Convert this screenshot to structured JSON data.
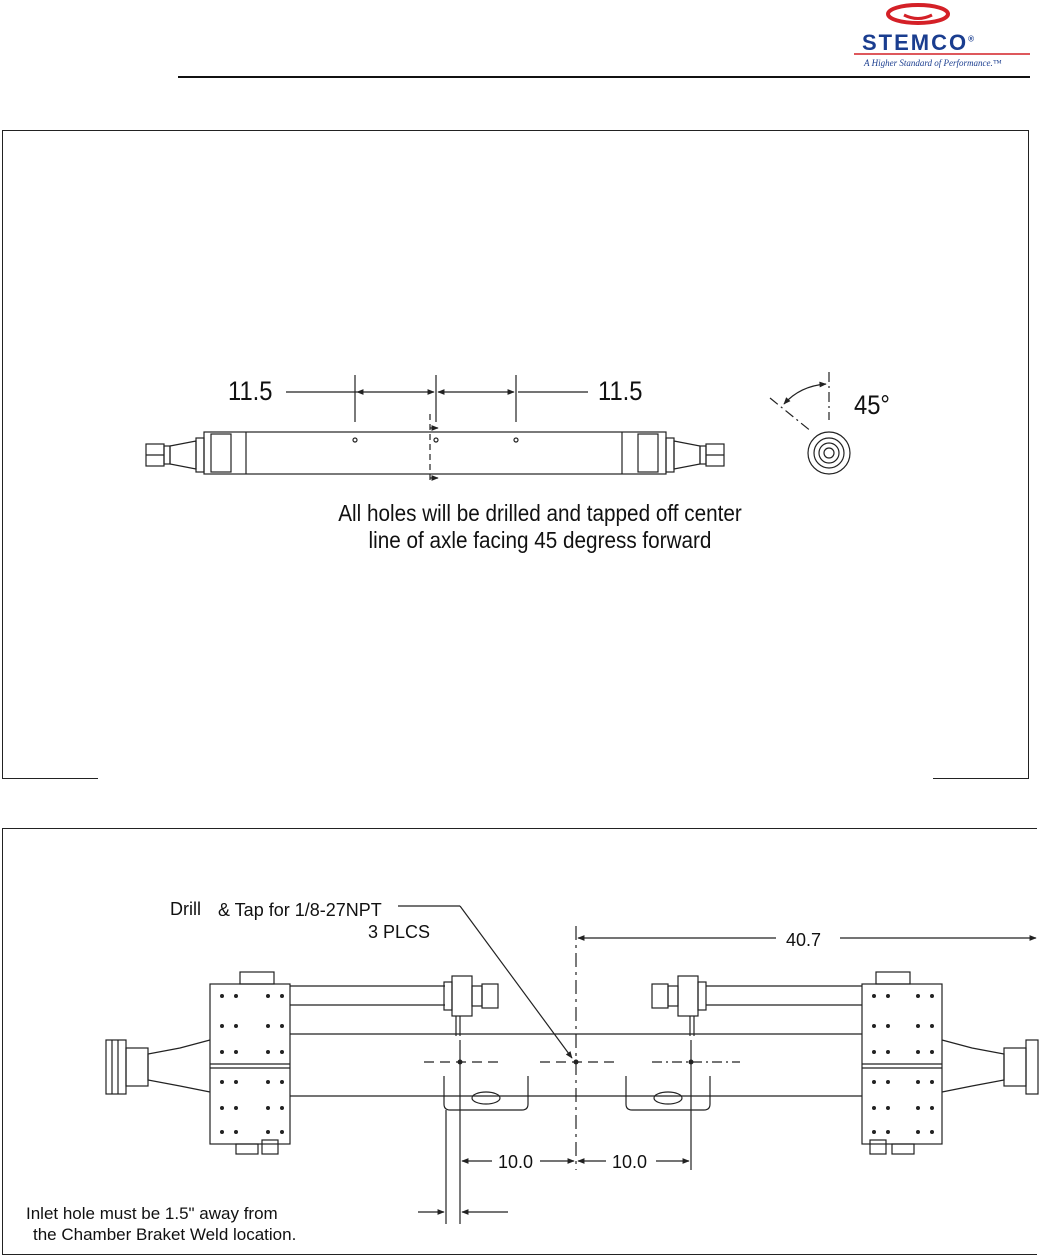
{
  "logo": {
    "name": "STEMCO",
    "registered": "®",
    "tagline": "A Higher Standard of Performance.™",
    "colors": {
      "swoosh_red": "#d42027",
      "brand_blue": "#1a3d8f"
    }
  },
  "top_drawing": {
    "dim_left": "11.5",
    "dim_right": "11.5",
    "angle": "45°",
    "note_line1": "All holes will be drilled and tapped off center",
    "note_line2": "line of axle facing 45 degress forward"
  },
  "bottom_drawing": {
    "callout_drill": "Drill",
    "callout_tap": "& Tap for 1/8-27NPT",
    "callout_qty": "3 PLCS",
    "dim_center_to_end": "40.7",
    "dim_spacing_left": "10.0",
    "dim_spacing_right": "10.0",
    "note_line1": "Inlet hole must be 1.5\" away from",
    "note_line2": "the Chamber Braket Weld location."
  }
}
